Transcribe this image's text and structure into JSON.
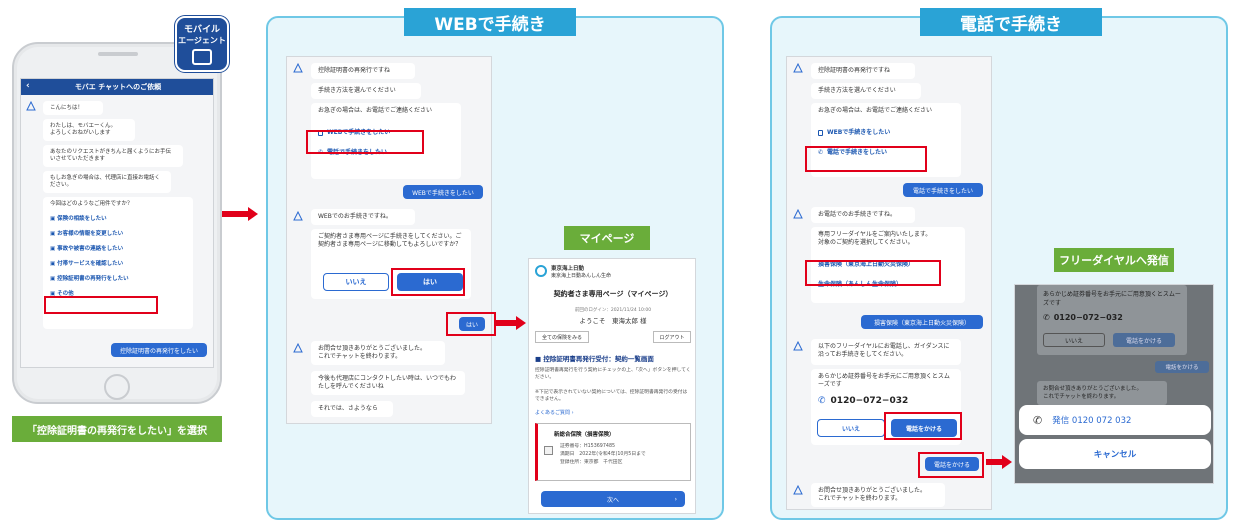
{
  "app_icon": {
    "line1": "モバイル",
    "line2": "エージェント"
  },
  "phone": {
    "header_title": "モバエ チャットへのご依頼",
    "msg_hello": "こんにちは！",
    "msg_intro": "わたしは、モバエーくん。\nよろしくおねがいします",
    "msg_request": "あなたのリクエストがきちんと届くようにお手伝いさせていただきます",
    "msg_agent": "もしお急ぎの場合は、代理店に直接お電話ください。",
    "msg_question": "今回はどのようなご用件ですか？",
    "options": [
      "保険の相談をしたい",
      "お客様の情報を変更したい",
      "事故や被害の連絡をしたい",
      "付帯サービスを確認したい",
      "控除証明書の再発行をしたい",
      "その他"
    ],
    "user_reply": "控除証明書の再発行をしたい"
  },
  "caption": "「控除証明書の再発行をしたい」を選択",
  "web": {
    "title": "WEBで手続き",
    "msg1": "控除証明書の再発行ですね",
    "msg2": "手続き方法を選んでください",
    "msg3": "お急ぎの場合は、お電話でご連絡ください",
    "opt_web": "WEBで手続きをしたい",
    "opt_phone": "電話で手続きをしたい",
    "user_reply": "WEBで手続きをしたい",
    "msg4": "WEBでのお手続きですね。",
    "msg5": "ご契約者さま専用ページに手続きをしてください。ご契約者さま専用ページに移動してもよろしいですか？",
    "btn_no": "いいえ",
    "btn_yes": "はい",
    "user_yes": "はい",
    "msg6": "お問合せ頂きありがとうございました。\nこれでチャットを終わります。",
    "msg7": "今後も代理店にコンタクトしたい時は、いつでもわたしを呼んでくださいね",
    "msg8": "それでは、さようなら"
  },
  "mypage": {
    "label": "マイページ",
    "brand1": "東京海上日動",
    "brand2": "東京海上日動あんしん生命",
    "title": "契約者さま専用ページ（マイページ）",
    "last_login": "前回のログイン：2021/11/24 10:00",
    "welcome": "ようこそ　東海太郎 様",
    "btn_all": "全ての保険をみる",
    "btn_logout": "ログアウト",
    "section": "控除証明書再発行受付：契約一覧画面",
    "desc1": "控除証明書再発行を行う契約にチェックの上、「次へ」ボタンを押してください。",
    "desc2": "※下記で表示されていない契約については、控除証明書再発行の受付はできません。",
    "faq": "よくあるご質問 ›",
    "product": "新総合保険（損害保険）",
    "cert_no": "証券番号：H153697485",
    "expiry": "満期日　2022年(令和4年)10月5日まで",
    "address": "登録住所：東京都　千代田区",
    "next": "次へ"
  },
  "phonepanel": {
    "title": "電話で手続き",
    "msg1": "控除証明書の再発行ですね",
    "msg2": "手続き方法を選んでください",
    "msg3": "お急ぎの場合は、お電話でご連絡ください",
    "opt_web": "WEBで手続きをしたい",
    "opt_phone": "電話で手続きをしたい",
    "user_reply": "電話で手続きをしたい",
    "msg4": "お電話でのお手続きですね。",
    "msg5": "専用フリーダイヤルをご案内いたします。\n対象のご契約を選択してください。",
    "opt_nonlife": "損害保険（東京海上日動火災保険）",
    "opt_life": "生命保険（あんしん生命保険）",
    "user_reply2": "損害保険（東京海上日動火災保険）",
    "msg6": "以下のフリーダイヤルにお電話し、ガイダンスに沿ってお手続きをしてください。",
    "msg7": "あらかじめ証券番号をお手元にご用意頂くとスムーズです",
    "phone_number": "0120−072−032",
    "btn_no": "いいえ",
    "btn_call": "電話をかける",
    "user_call": "電話をかける",
    "msg8": "お問合せ頂きありがとうございました。\nこれでチャットを終わります。"
  },
  "dial": {
    "label": "フリーダイヤルへ発信",
    "msg": "あらかじめ証券番号をお手元にご用意頂くとスムーズです",
    "number": "0120−072−032",
    "btn_no": "いいえ",
    "btn_call": "電話をかける",
    "user_call": "電話をかける",
    "msg2": "お問合せ頂きありがとうございました。\nこれでチャットを終わります。",
    "action_call": "発信 0120 072 032",
    "action_cancel": "キャンセル"
  },
  "colors": {
    "red": "#e1001a",
    "blue": "#2b6ad1",
    "panel_border": "#6fc8e6",
    "panel_title": "#2aa3d6",
    "green": "#6aad3a"
  }
}
